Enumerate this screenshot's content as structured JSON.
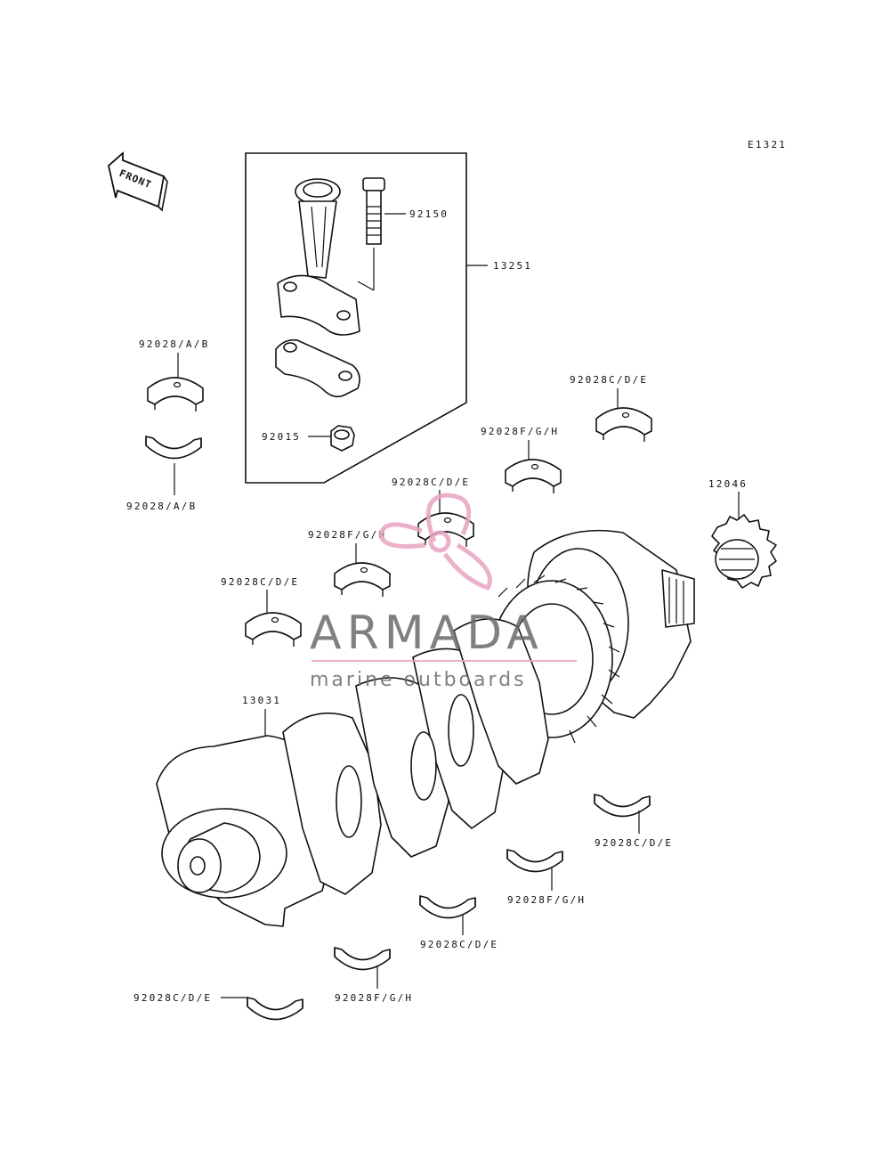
{
  "diagram_code": "E1321",
  "front_label": "FRONT",
  "labels": {
    "bolt": "92150",
    "conrod_assy": "13251",
    "nut": "92015",
    "conrod_bearing_upper": "92028/A/B",
    "conrod_bearing_lower": "92028/A/B",
    "gear": "12046",
    "crankshaft": "13031",
    "bearing_cde_1": "92028C/D/E",
    "bearing_fgh_1": "92028F/G/H",
    "bearing_cde_2": "92028C/D/E",
    "bearing_fgh_2": "92028F/G/H",
    "bearing_cde_3": "92028C/D/E",
    "bearing_cde_4": "92028C/D/E",
    "bearing_fgh_3": "92028F/G/H",
    "bearing_cde_5": "92028C/D/E",
    "bearing_fgh_4": "92028F/G/H",
    "bearing_cde_6": "92028C/D/E"
  },
  "watermark": {
    "brand": "ARMADA",
    "tagline": "marine outboards",
    "logo_icon": "propeller-icon",
    "logo_color": "#e9a3c3",
    "text_color": "#6b6b6b"
  }
}
